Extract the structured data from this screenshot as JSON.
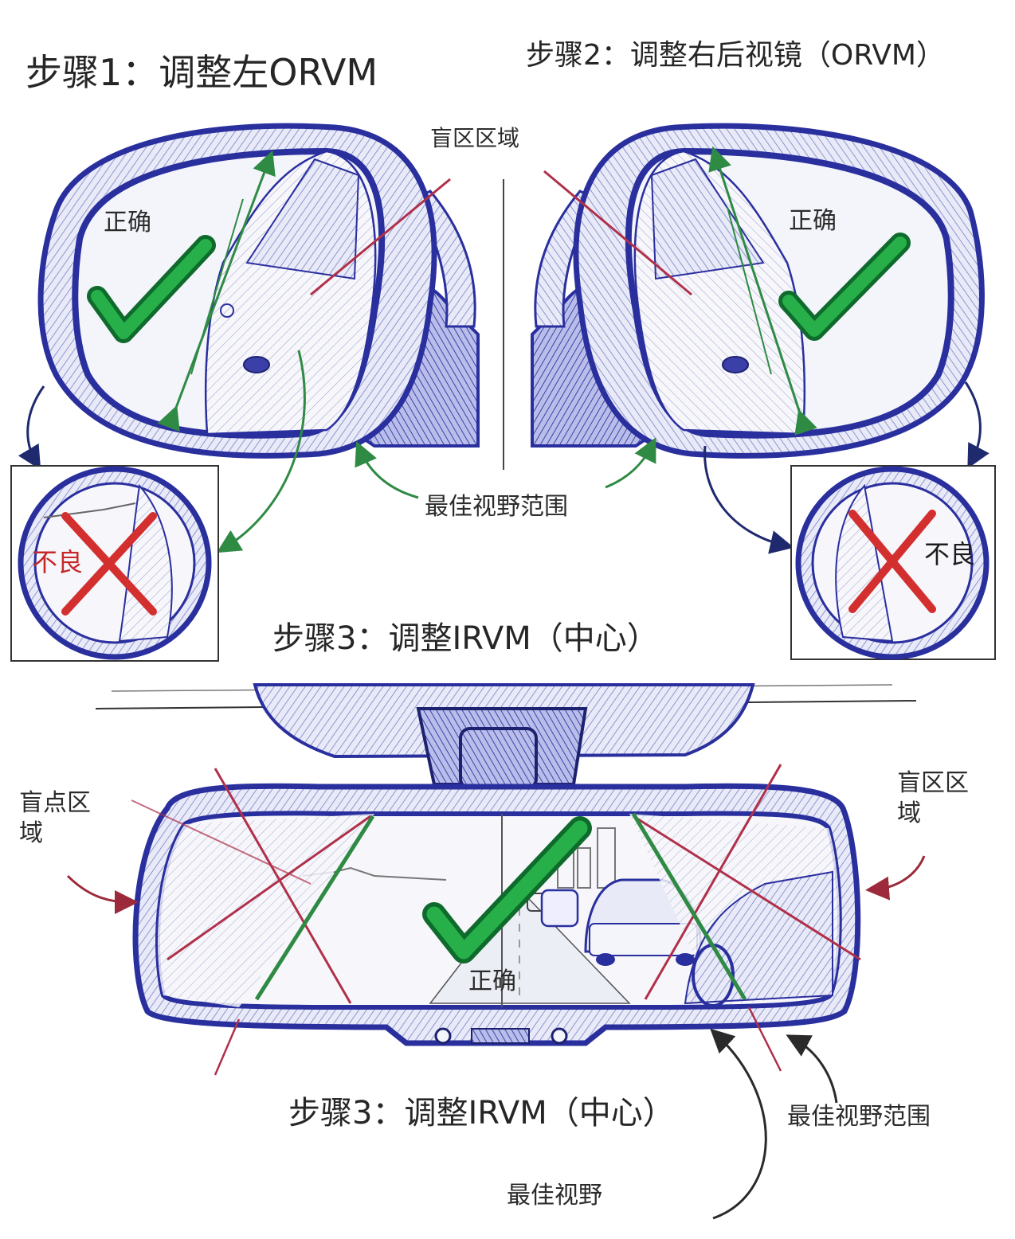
{
  "titles": {
    "step1": "步骤1：调整左ORVM",
    "step2": "步骤2：调整右后视镜（ORVM）",
    "step3_top": "步骤3：调整IRVM（中心）",
    "step3_bottom": "步骤3：调整IRVM（中心）"
  },
  "labels": {
    "blind_zone_top": "盲区区域",
    "correct_left": "正确",
    "correct_right": "正确",
    "correct_center": "正确",
    "bad_left": "不良",
    "bad_right": "不良",
    "best_view_range_top": "最佳视野范围",
    "blind_spot_left": "盲点区域",
    "blind_zone_right": "盲区区域",
    "best_view_range_bottom": "最佳视野范围",
    "best_view": "最佳视野"
  },
  "colors": {
    "mirror_blue": "#2a2f9e",
    "fill_blue": "#c9cdf0",
    "good_green": "#1e9b3a",
    "arrow_green": "#2f8a44",
    "bad_red": "#d32f2f",
    "blind_line": "#b0304a",
    "ink": "#2a2a2a"
  }
}
